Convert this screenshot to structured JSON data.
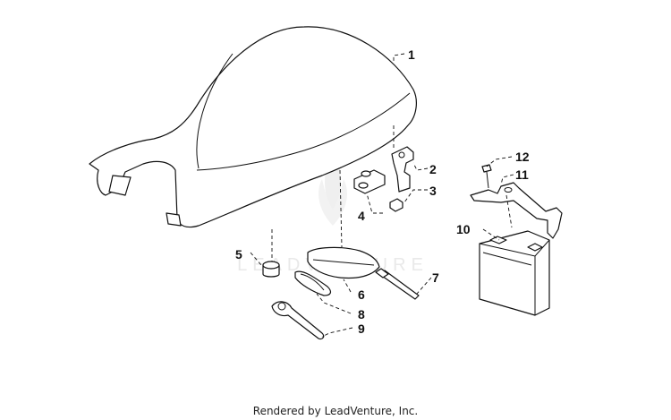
{
  "diagram": {
    "watermark": "LEADVENTURE",
    "callouts": [
      {
        "id": "1",
        "part": "seat"
      },
      {
        "id": "2",
        "part": "seat-latch"
      },
      {
        "id": "3",
        "part": "nut"
      },
      {
        "id": "4",
        "part": "latch-bracket"
      },
      {
        "id": "5",
        "part": "rubber-bumper"
      },
      {
        "id": "6",
        "part": "tool-tray"
      },
      {
        "id": "7",
        "part": "hold-down-rod"
      },
      {
        "id": "8",
        "part": "rubber-band"
      },
      {
        "id": "9",
        "part": "spanner-wrench"
      },
      {
        "id": "10",
        "part": "battery"
      },
      {
        "id": "11",
        "part": "battery-strap"
      },
      {
        "id": "12",
        "part": "bolt"
      }
    ]
  },
  "footer": {
    "credit": "Rendered by LeadVenture, Inc."
  }
}
